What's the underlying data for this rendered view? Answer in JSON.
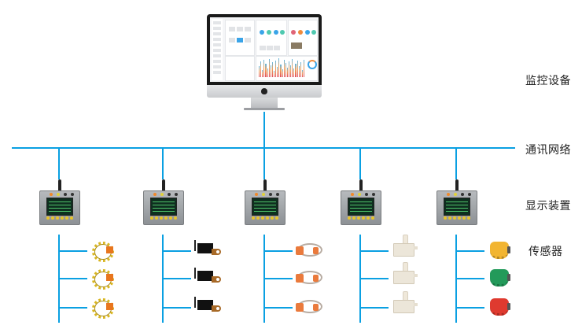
{
  "diagram": {
    "title": "",
    "layers": [
      {
        "id": "monitor",
        "label": "监控设备"
      },
      {
        "id": "network",
        "label": "通讯网络"
      },
      {
        "id": "display",
        "label": "显示装置"
      },
      {
        "id": "sensor",
        "label": "传感器"
      }
    ],
    "monitor_device": {
      "icon": "desktop-monitor-icon",
      "screen": "dashboard-with-bar-chart"
    },
    "display_devices": [
      {
        "icon": "display-terminal-icon",
        "sensor_type": "wireless-coil-temperature-sensor",
        "sensor_count": 3
      },
      {
        "icon": "display-terminal-icon",
        "sensor_type": "busbar-lug-temperature-sensor",
        "sensor_count": 3
      },
      {
        "icon": "display-terminal-icon",
        "sensor_type": "ring-clamp-temperature-sensor",
        "sensor_count": 3
      },
      {
        "icon": "display-terminal-icon",
        "sensor_type": "humidity-sensor",
        "sensor_count": 3
      },
      {
        "icon": "display-terminal-icon",
        "sensor_type": "clip-on-temperature-sensor",
        "sensor_count": 3
      }
    ],
    "clip_sensor_colors": [
      "#f2b532",
      "#239a5a",
      "#df3a2f"
    ],
    "line_color": "#0aa0e2"
  }
}
